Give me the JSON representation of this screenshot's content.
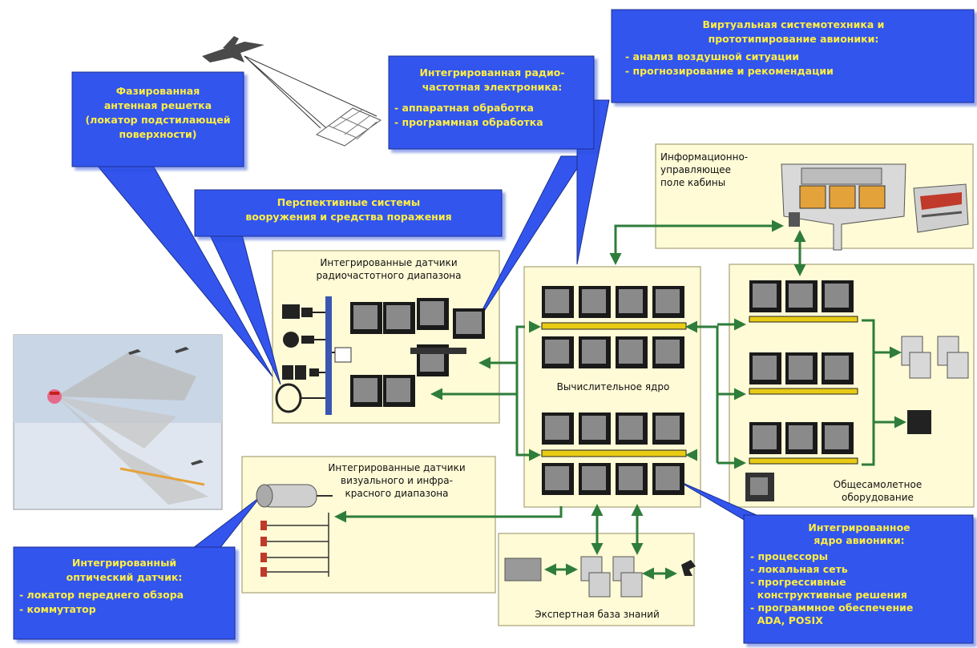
{
  "callouts": {
    "phased_array": {
      "lines": [
        "Фазированная",
        "антенная решетка",
        "(локатор подстилающей",
        "поверхности)"
      ]
    },
    "rf_electronics": {
      "lines": [
        "Интегрированная радио-",
        "частотная электроника:"
      ],
      "bullets": [
        "- аппаратная обработка",
        "- программная обработка"
      ]
    },
    "virtual_systems": {
      "lines": [
        "Виртуальная системотехника и",
        "прототипирование авионики:"
      ],
      "bullets": [
        "- анализ воздушной ситуации",
        "- прогнозирование и рекомендации"
      ]
    },
    "weapons": {
      "lines": [
        "Перспективные системы",
        "вооружения и средства поражения"
      ]
    },
    "optical_sensor": {
      "lines": [
        "Интегрированный",
        "оптический датчик:"
      ],
      "bullets": [
        "- локатор переднего обзора",
        "- коммутатор"
      ]
    },
    "avionics_core": {
      "lines": [
        "Интегрированное",
        "ядро авионики:"
      ],
      "bullets": [
        "- процессоры",
        "- локальная сеть",
        "- прогрессивные",
        "  конструктивные решения",
        "- программное обеспечение",
        "  ADA, POSIX"
      ]
    }
  },
  "panels": {
    "rf_sensors": {
      "lines": [
        "Интегрированные датчики",
        "радиочастотного диапазона"
      ]
    },
    "ir_sensors": {
      "lines": [
        "Интегрированные датчики",
        "визуального и инфра-",
        "красного диапазона"
      ]
    },
    "cockpit": {
      "lines": [
        "Информационно-",
        "управляющее",
        "поле кабины"
      ]
    },
    "compute_core": {
      "label": "Вычислительное ядро"
    },
    "general_equipment": {
      "lines": [
        "Общесамолетное",
        "оборудование"
      ]
    },
    "expert_kb": {
      "label": "Экспертная база знаний"
    }
  },
  "colors": {
    "callout_fill": "#3355ee",
    "callout_text": "#ffee44",
    "panel_fill": "#fffbd6",
    "arrow": "#2e7d3a",
    "bus": "#e8cc14"
  }
}
